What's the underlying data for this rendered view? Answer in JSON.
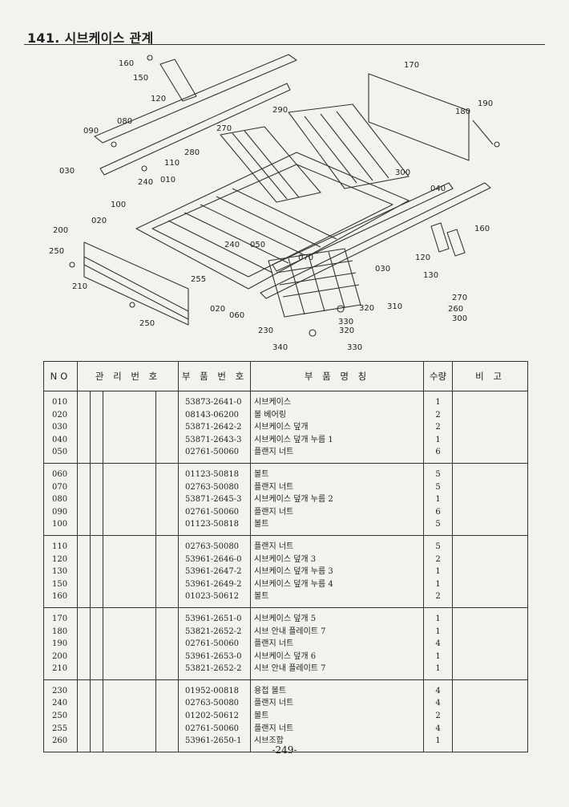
{
  "page": {
    "title": "141. 시브케이스 관계",
    "page_number": "-249-"
  },
  "diagram": {
    "callouts": [
      "160",
      "150",
      "120",
      "080",
      "090",
      "030",
      "110",
      "240",
      "010",
      "280",
      "270",
      "290",
      "170",
      "180",
      "190",
      "300",
      "040",
      "100",
      "020",
      "200",
      "250",
      "210",
      "255",
      "240",
      "050",
      "070",
      "160",
      "120",
      "130",
      "030",
      "020",
      "060",
      "230",
      "340",
      "320",
      "330",
      "310",
      "320",
      "330",
      "250",
      "260",
      "270",
      "300"
    ]
  },
  "table": {
    "headers": {
      "no": "NO",
      "control": "관 리 번 호",
      "part_no": "부 품 번 호",
      "part_name": "부 품 명 칭",
      "qty": "수량",
      "remarks": "비 고"
    },
    "groups": [
      [
        {
          "no": "010",
          "part_no": "53873-2641-0",
          "name": "시브케이스",
          "qty": "1"
        },
        {
          "no": "020",
          "part_no": "08143-06200",
          "name": "볼 베어링",
          "qty": "2"
        },
        {
          "no": "030",
          "part_no": "53871-2642-2",
          "name": "시브케이스 덮개",
          "qty": "2"
        },
        {
          "no": "040",
          "part_no": "53871-2643-3",
          "name": "시브케이스 덮개 누름 1",
          "qty": "1"
        },
        {
          "no": "050",
          "part_no": "02761-50060",
          "name": "플랜지 너트",
          "qty": "6"
        }
      ],
      [
        {
          "no": "060",
          "part_no": "01123-50818",
          "name": "볼트",
          "qty": "5"
        },
        {
          "no": "070",
          "part_no": "02763-50080",
          "name": "플랜지 너트",
          "qty": "5"
        },
        {
          "no": "080",
          "part_no": "53871-2645-3",
          "name": "시브케이스 덮개 누름 2",
          "qty": "1"
        },
        {
          "no": "090",
          "part_no": "02761-50060",
          "name": "플랜지 너트",
          "qty": "6"
        },
        {
          "no": "100",
          "part_no": "01123-50818",
          "name": "볼트",
          "qty": "5"
        }
      ],
      [
        {
          "no": "110",
          "part_no": "02763-50080",
          "name": "플랜지 너트",
          "qty": "5"
        },
        {
          "no": "120",
          "part_no": "53961-2646-0",
          "name": "시브케이스 덮개 3",
          "qty": "2"
        },
        {
          "no": "130",
          "part_no": "53961-2647-2",
          "name": "시브케이스 덮개 누름 3",
          "qty": "1"
        },
        {
          "no": "150",
          "part_no": "53961-2649-2",
          "name": "시브케이스 덮개 누름 4",
          "qty": "1"
        },
        {
          "no": "160",
          "part_no": "01023-50612",
          "name": "볼트",
          "qty": "2"
        }
      ],
      [
        {
          "no": "170",
          "part_no": "53961-2651-0",
          "name": "시브케이스 덮개 5",
          "qty": "1"
        },
        {
          "no": "180",
          "part_no": "53821-2652-2",
          "name": "시브 안내 플레이트 7",
          "qty": "1"
        },
        {
          "no": "190",
          "part_no": "02761-50060",
          "name": "플랜지 너트",
          "qty": "4"
        },
        {
          "no": "200",
          "part_no": "53961-2653-0",
          "name": "시브케이스 덮개 6",
          "qty": "1"
        },
        {
          "no": "210",
          "part_no": "53821-2652-2",
          "name": "시브 안내 플레이트 7",
          "qty": "1"
        }
      ],
      [
        {
          "no": "230",
          "part_no": "01952-00818",
          "name": "용접 볼트",
          "qty": "4"
        },
        {
          "no": "240",
          "part_no": "02763-50080",
          "name": "플랜지 너트",
          "qty": "4"
        },
        {
          "no": "250",
          "part_no": "01202-50612",
          "name": "볼트",
          "qty": "2"
        },
        {
          "no": "255",
          "part_no": "02761-50060",
          "name": "플랜지 너트",
          "qty": "4"
        },
        {
          "no": "260",
          "part_no": "53961-2650-1",
          "name": "시브조합",
          "qty": "1"
        }
      ]
    ]
  },
  "colors": {
    "ink": "#222222",
    "paper": "#f3f2ee"
  }
}
